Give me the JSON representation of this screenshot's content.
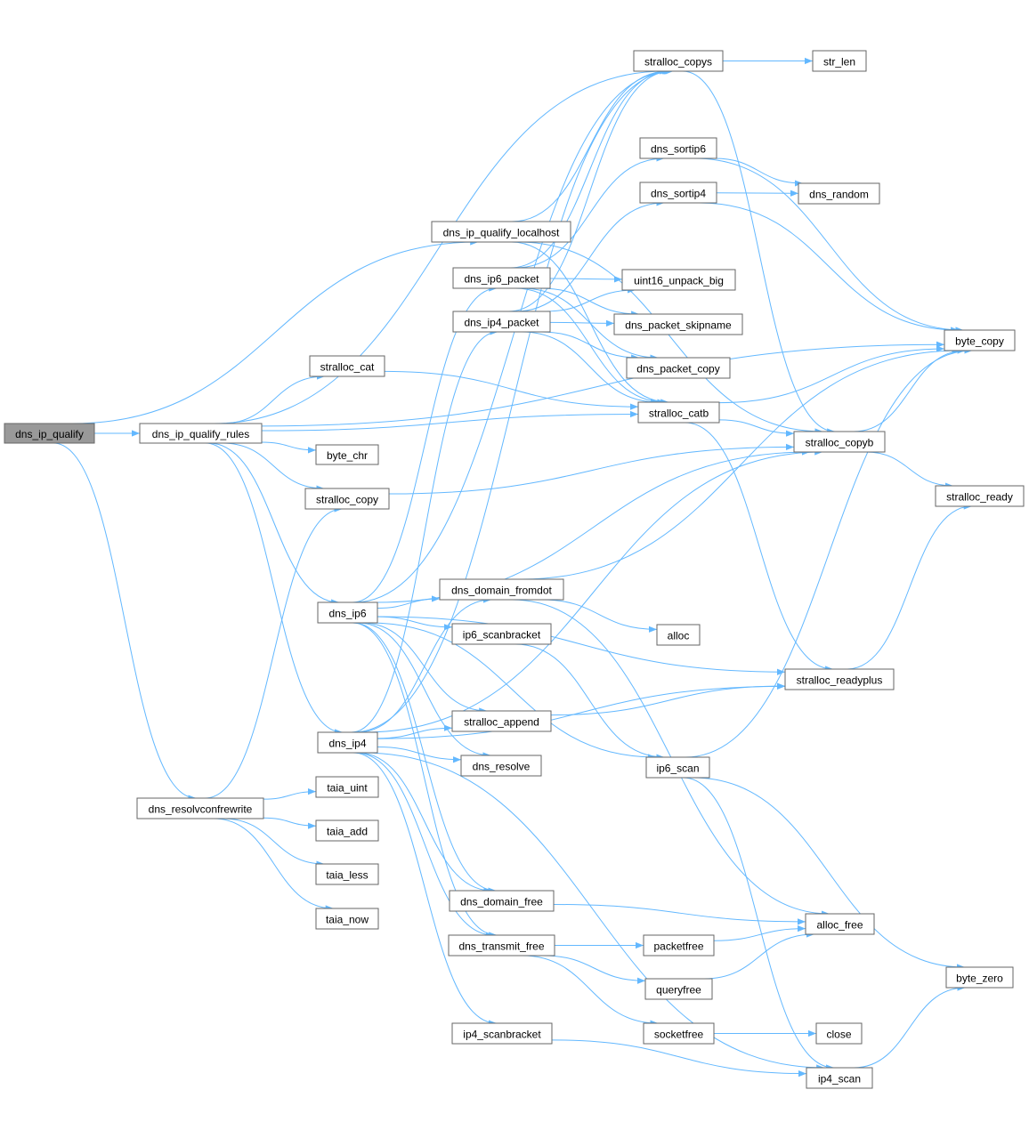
{
  "title": "dns_ip_qualify call graph",
  "colors": {
    "edge": "#63b8ff",
    "root_fill": "#999999",
    "node_border": "#666666"
  },
  "root": "dns_ip_qualify",
  "nodes": [
    "dns_ip_qualify",
    "dns_ip_qualify_rules",
    "dns_resolvconfrewrite",
    "stralloc_cat",
    "byte_chr",
    "stralloc_copy",
    "dns_ip6",
    "dns_ip4",
    "taia_uint",
    "taia_add",
    "taia_less",
    "taia_now",
    "dns_ip_qualify_localhost",
    "dns_ip6_packet",
    "dns_ip4_packet",
    "dns_domain_fromdot",
    "ip6_scanbracket",
    "stralloc_append",
    "dns_resolve",
    "dns_domain_free",
    "dns_transmit_free",
    "ip4_scanbracket",
    "stralloc_copys",
    "str_len",
    "dns_sortip6",
    "dns_sortip4",
    "dns_random",
    "uint16_unpack_big",
    "dns_packet_skipname",
    "dns_packet_copy",
    "stralloc_catb",
    "stralloc_copyb",
    "stralloc_ready",
    "byte_copy",
    "alloc",
    "stralloc_readyplus",
    "ip6_scan",
    "alloc_free",
    "byte_zero",
    "packetfree",
    "queryfree",
    "socketfree",
    "close",
    "ip4_scan"
  ],
  "edges": [
    [
      "dns_ip_qualify",
      "dns_ip_qualify_rules"
    ],
    [
      "dns_ip_qualify",
      "dns_ip_qualify_localhost"
    ],
    [
      "dns_ip_qualify",
      "dns_resolvconfrewrite"
    ],
    [
      "dns_ip_qualify_rules",
      "byte_copy"
    ],
    [
      "dns_ip_qualify_rules",
      "stralloc_copys"
    ],
    [
      "dns_ip_qualify_rules",
      "stralloc_cat"
    ],
    [
      "dns_ip_qualify_rules",
      "stralloc_catb"
    ],
    [
      "dns_ip_qualify_rules",
      "byte_chr"
    ],
    [
      "dns_ip_qualify_rules",
      "stralloc_copy"
    ],
    [
      "dns_ip_qualify_rules",
      "dns_ip6"
    ],
    [
      "dns_ip_qualify_rules",
      "dns_ip4"
    ],
    [
      "dns_resolvconfrewrite",
      "stralloc_copy"
    ],
    [
      "dns_resolvconfrewrite",
      "taia_uint"
    ],
    [
      "dns_resolvconfrewrite",
      "taia_add"
    ],
    [
      "dns_resolvconfrewrite",
      "taia_less"
    ],
    [
      "dns_resolvconfrewrite",
      "taia_now"
    ],
    [
      "dns_ip_qualify_localhost",
      "stralloc_copys"
    ],
    [
      "dns_ip_qualify_localhost",
      "stralloc_catb"
    ],
    [
      "dns_ip_qualify_localhost",
      "stralloc_copyb"
    ],
    [
      "stralloc_cat",
      "stralloc_catb"
    ],
    [
      "stralloc_copy",
      "stralloc_copyb"
    ],
    [
      "dns_ip6",
      "stralloc_copys"
    ],
    [
      "dns_ip6",
      "dns_ip6_packet"
    ],
    [
      "dns_ip6",
      "stralloc_copyb"
    ],
    [
      "dns_ip6",
      "dns_domain_fromdot"
    ],
    [
      "dns_ip6",
      "ip6_scanbracket"
    ],
    [
      "dns_ip6",
      "stralloc_readyplus"
    ],
    [
      "dns_ip6",
      "ip6_scan"
    ],
    [
      "dns_ip6",
      "stralloc_append"
    ],
    [
      "dns_ip6",
      "dns_resolve"
    ],
    [
      "dns_ip6",
      "dns_domain_free"
    ],
    [
      "dns_ip6",
      "dns_transmit_free"
    ],
    [
      "dns_ip4",
      "stralloc_copys"
    ],
    [
      "dns_ip4",
      "dns_ip4_packet"
    ],
    [
      "dns_ip4",
      "stralloc_copyb"
    ],
    [
      "dns_ip4",
      "dns_domain_fromdot"
    ],
    [
      "dns_ip4",
      "stralloc_append"
    ],
    [
      "dns_ip4",
      "dns_resolve"
    ],
    [
      "dns_ip4",
      "stralloc_readyplus"
    ],
    [
      "dns_ip4",
      "dns_domain_free"
    ],
    [
      "dns_ip4",
      "dns_transmit_free"
    ],
    [
      "dns_ip4",
      "ip4_scanbracket"
    ],
    [
      "dns_ip4",
      "ip4_scan"
    ],
    [
      "dns_ip6_packet",
      "stralloc_copys"
    ],
    [
      "dns_ip6_packet",
      "uint16_unpack_big"
    ],
    [
      "dns_ip6_packet",
      "dns_packet_skipname"
    ],
    [
      "dns_ip6_packet",
      "dns_packet_copy"
    ],
    [
      "dns_ip6_packet",
      "stralloc_catb"
    ],
    [
      "dns_ip6_packet",
      "dns_sortip6"
    ],
    [
      "dns_ip4_packet",
      "stralloc_copys"
    ],
    [
      "dns_ip4_packet",
      "uint16_unpack_big"
    ],
    [
      "dns_ip4_packet",
      "dns_packet_skipname"
    ],
    [
      "dns_ip4_packet",
      "dns_packet_copy"
    ],
    [
      "dns_ip4_packet",
      "stralloc_catb"
    ],
    [
      "dns_ip4_packet",
      "dns_sortip4"
    ],
    [
      "stralloc_copys",
      "str_len"
    ],
    [
      "stralloc_copys",
      "stralloc_copyb"
    ],
    [
      "dns_sortip6",
      "dns_random"
    ],
    [
      "dns_sortip6",
      "byte_copy"
    ],
    [
      "dns_sortip4",
      "dns_random"
    ],
    [
      "dns_sortip4",
      "byte_copy"
    ],
    [
      "stralloc_catb",
      "byte_copy"
    ],
    [
      "stralloc_catb",
      "stralloc_copyb"
    ],
    [
      "stralloc_catb",
      "stralloc_readyplus"
    ],
    [
      "stralloc_copyb",
      "byte_copy"
    ],
    [
      "stralloc_copyb",
      "stralloc_ready"
    ],
    [
      "dns_domain_fromdot",
      "byte_copy"
    ],
    [
      "dns_domain_fromdot",
      "alloc"
    ],
    [
      "dns_domain_fromdot",
      "alloc_free"
    ],
    [
      "ip6_scanbracket",
      "ip6_scan"
    ],
    [
      "stralloc_append",
      "stralloc_readyplus"
    ],
    [
      "stralloc_readyplus",
      "stralloc_ready"
    ],
    [
      "ip6_scan",
      "byte_copy"
    ],
    [
      "ip6_scan",
      "byte_zero"
    ],
    [
      "ip6_scan",
      "ip4_scan"
    ],
    [
      "dns_domain_free",
      "alloc_free"
    ],
    [
      "dns_transmit_free",
      "packetfree"
    ],
    [
      "dns_transmit_free",
      "queryfree"
    ],
    [
      "dns_transmit_free",
      "socketfree"
    ],
    [
      "packetfree",
      "alloc_free"
    ],
    [
      "queryfree",
      "alloc_free"
    ],
    [
      "socketfree",
      "close"
    ],
    [
      "ip4_scanbracket",
      "ip4_scan"
    ],
    [
      "ip4_scan",
      "byte_zero"
    ]
  ]
}
